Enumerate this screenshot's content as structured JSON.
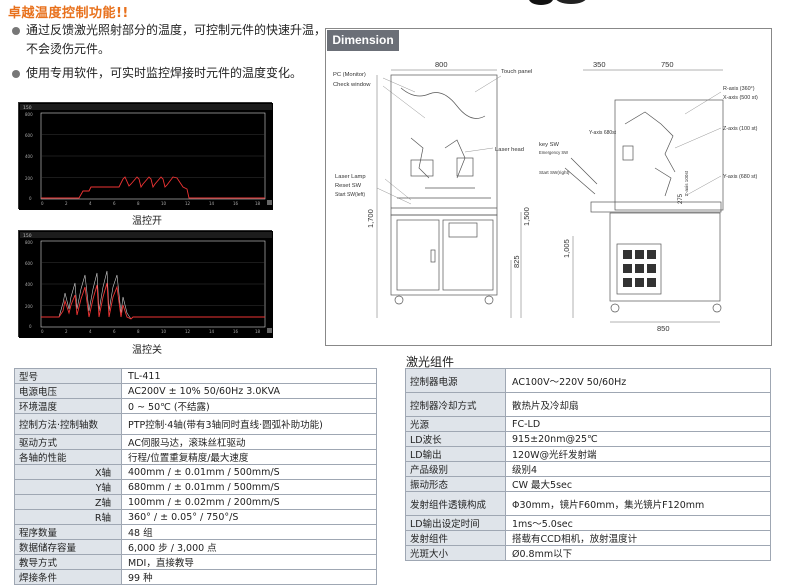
{
  "heading": "卓越温度控制功能!!",
  "bullets": [
    "通过反馈激光照射部分的温度，可控制元件的快速升温，不会烫伤元件。",
    "使用专用软件，可实时监控焊接时元件的温度变化。"
  ],
  "graphs": [
    {
      "caption": "温控开",
      "y_label_top": "150",
      "y_label_bottom": "0",
      "x_ticks": [
        "0",
        "2",
        "4",
        "6",
        "8",
        "10",
        "12",
        "14",
        "16",
        "18"
      ],
      "y_ticks": [
        "800",
        "600",
        "400",
        "200",
        "0"
      ]
    },
    {
      "caption": "温控关",
      "y_label_top": "150",
      "y_label_bottom": "0",
      "x_ticks": [
        "0",
        "2",
        "4",
        "6",
        "8",
        "10",
        "12",
        "14",
        "16",
        "18"
      ],
      "y_ticks": [
        "800",
        "600",
        "400",
        "200",
        "0"
      ]
    }
  ],
  "dimension": {
    "title": "Dimension",
    "labels": {
      "pc_monitor": "PC (Monitor)",
      "check_window": "Check window",
      "touch_panel": "Touch panel",
      "laser_head": "Laser head",
      "laser_lamp": "Laser Lamp",
      "reset_sw": "Reset SW",
      "start_sw_left": "Start SW(left)",
      "key_sw": "key SW",
      "emergency_sw": "Emergency SW",
      "start_sw_right": "Start SW(right)",
      "y_axis_680": "Y-axis 680st",
      "r_axis": "R-axis (360°)",
      "x_axis": "X-axis (500 st)",
      "z_axis": "Z-axis (100 st)",
      "y_axis_right": "Y-axis (680 st)",
      "z_axis_small": "Z-axis 100st",
      "dim_800": "800",
      "dim_350": "350",
      "dim_750": "750",
      "dim_1700": "1,700",
      "dim_1500": "1,500",
      "dim_825": "825",
      "dim_1005": "1,005",
      "dim_850": "850",
      "dim_275": "275"
    }
  },
  "machine_spec": [
    {
      "key": "型号",
      "value": "TL-411",
      "sub": false
    },
    {
      "key": "电源电压",
      "value": "AC200V ± 10% 50/60Hz 3.0KVA",
      "sub": false
    },
    {
      "key": "环境温度",
      "value": "0 ~ 50℃ (不结露)",
      "sub": false
    },
    {
      "key": "控制方法·控制轴数",
      "value": "PTP控制·4轴(带有3轴同时直线·圆弧补助功能)",
      "sub": false
    },
    {
      "key": "驱动方式",
      "value": "AC伺服马达，滚珠丝杠驱动",
      "sub": false
    },
    {
      "key": "各轴的性能",
      "value": "行程/位置重复精度/最大速度",
      "sub": false
    },
    {
      "key": "X轴",
      "value": "400mm / ± 0.01mm / 500mm/S",
      "sub": true
    },
    {
      "key": "Y轴",
      "value": "680mm / ± 0.01mm / 500mm/S",
      "sub": true
    },
    {
      "key": "Z轴",
      "value": "100mm / ± 0.02mm / 200mm/S",
      "sub": true
    },
    {
      "key": "R轴",
      "value": "360°    / ± 0.05°    /  750°/S",
      "sub": true
    },
    {
      "key": "程序数量",
      "value": "48 组",
      "sub": false
    },
    {
      "key": "数据储存容量",
      "value": "6,000 步 / 3,000 点",
      "sub": false
    },
    {
      "key": "教导方式",
      "value": "MDI，直接教导",
      "sub": false
    },
    {
      "key": "焊接条件",
      "value": "99 种",
      "sub": false
    }
  ],
  "laser_title": "激光组件",
  "laser_spec": [
    {
      "key": "控制器电源",
      "value": "AC100V～220V 50/60Hz",
      "tall": true
    },
    {
      "key": "控制器冷却方式",
      "value": "散热片及冷却扇",
      "tall": true
    },
    {
      "key": "光源",
      "value": "FC-LD",
      "tall": false
    },
    {
      "key": "LD波长",
      "value": "915±20nm@25℃",
      "tall": false
    },
    {
      "key": "LD输出",
      "value": "120W@光纤发射端",
      "tall": false
    },
    {
      "key": "产品级别",
      "value": "级别4",
      "tall": false
    },
    {
      "key": "振动形态",
      "value": "CW 最大5sec",
      "tall": false
    },
    {
      "key": "发射组件透镜构成",
      "value": "Φ30mm，镜片F60mm，集光镜片F120mm",
      "tall": true
    },
    {
      "key": "LD输出设定时间",
      "value": "1ms～5.0sec",
      "tall": false
    },
    {
      "key": "发射组件",
      "value": "搭载有CCD相机，放射温度计",
      "tall": false
    },
    {
      "key": "光斑大小",
      "value": "Ø0.8mm以下",
      "tall": false
    }
  ]
}
